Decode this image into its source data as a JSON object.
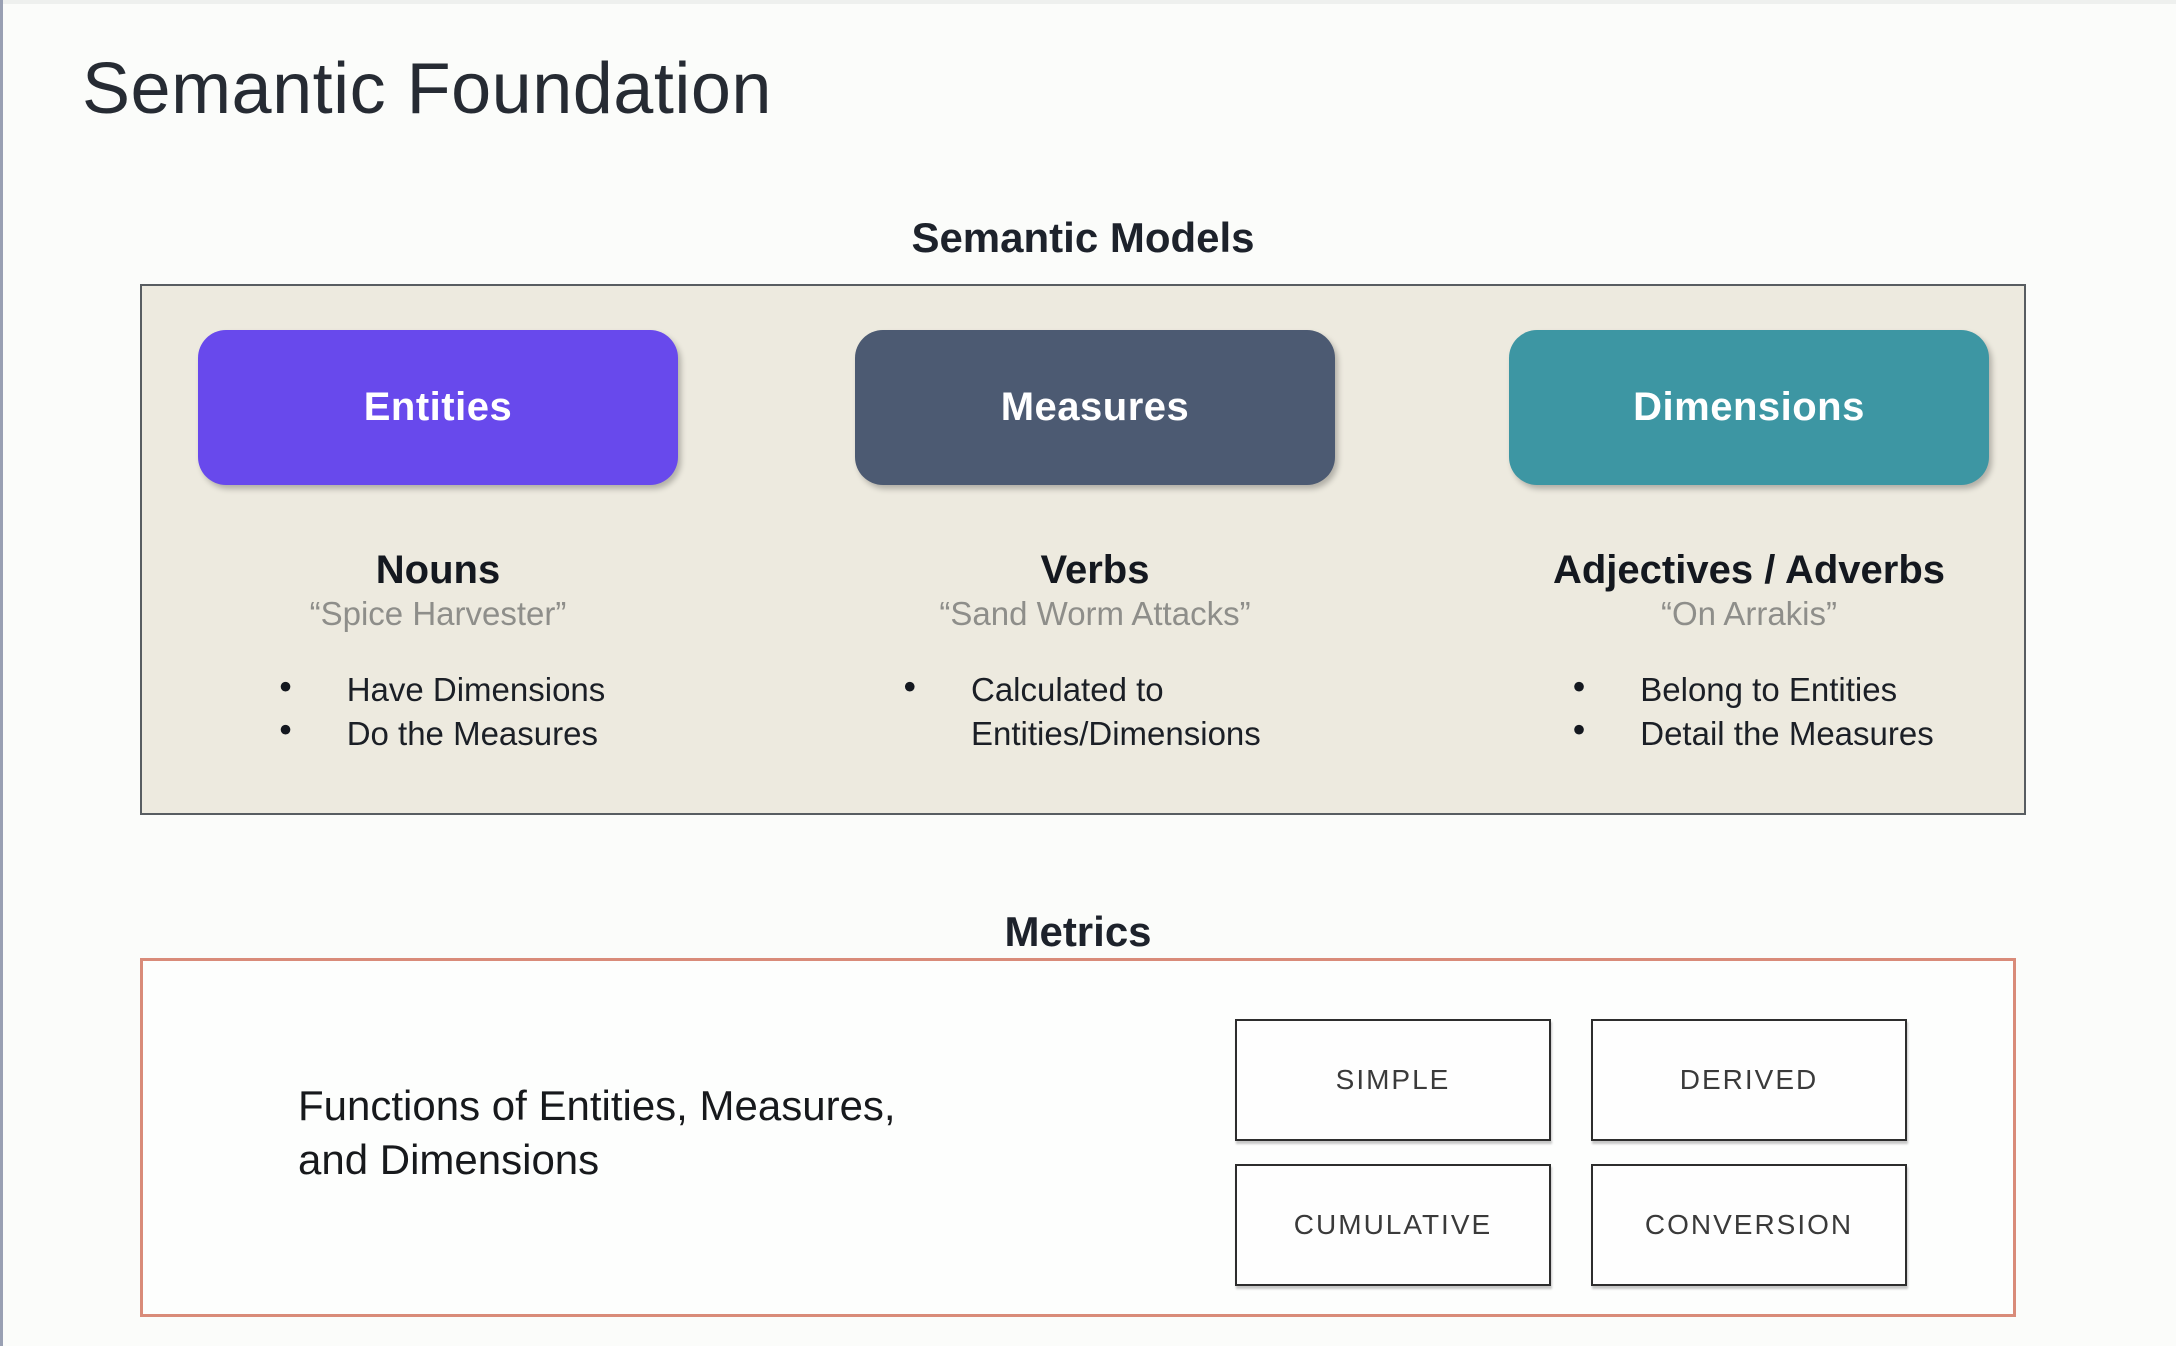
{
  "title": "Semantic Foundation",
  "semantic_models": {
    "heading": "Semantic Models",
    "panel_bg": "#EDEADF",
    "columns": [
      {
        "pill_label": "Entities",
        "pill_color": "#6849EC",
        "role": "Nouns",
        "example": "“Spice Harvester”",
        "bullets": [
          "Have Dimensions",
          "Do the Measures"
        ]
      },
      {
        "pill_label": "Measures",
        "pill_color": "#4C5A72",
        "role": "Verbs",
        "example": "“Sand Worm Attacks”",
        "bullets": [
          "Calculated to Entities/Dimensions"
        ]
      },
      {
        "pill_label": "Dimensions",
        "pill_color": "#3D96A3",
        "role": "Adjectives / Adverbs",
        "example": "“On Arrakis”",
        "bullets": [
          "Belong to Entities",
          "Detail the Measures"
        ]
      }
    ]
  },
  "metrics": {
    "heading": "Metrics",
    "border_color": "#D98B79",
    "description_line1": "Functions of Entities, Measures,",
    "description_line2": "and Dimensions",
    "types": [
      "SIMPLE",
      "DERIVED",
      "CUMULATIVE",
      "CONVERSION"
    ]
  }
}
